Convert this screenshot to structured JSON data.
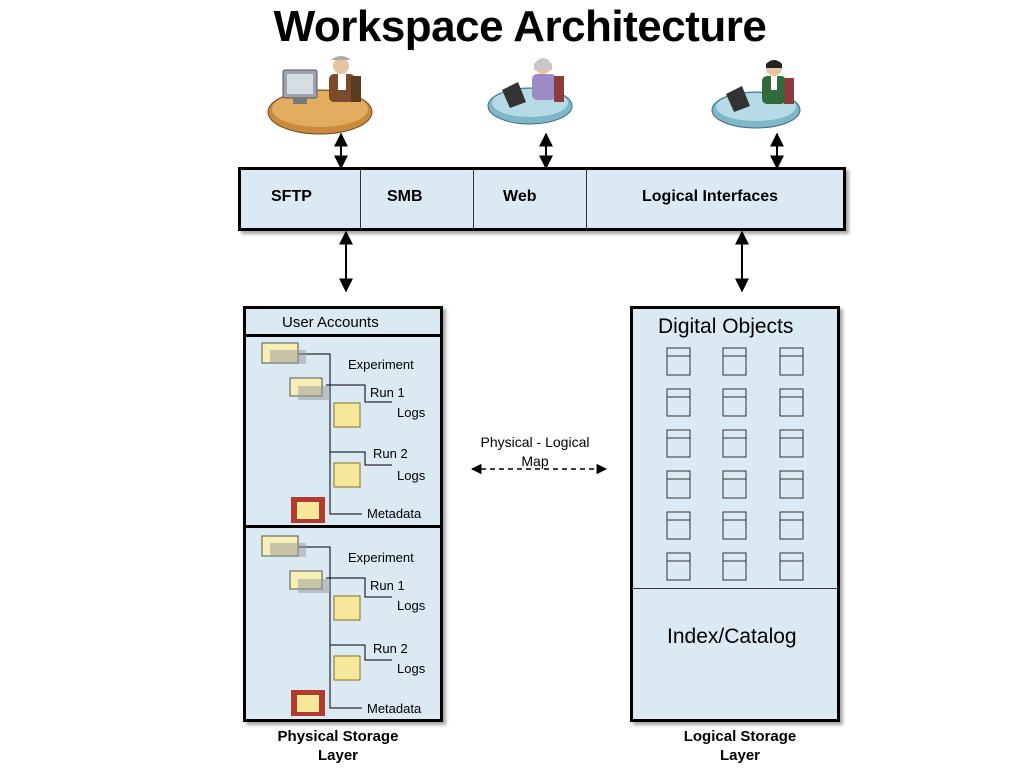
{
  "title": "Workspace Architecture",
  "interfaces": {
    "sftp": "SFTP",
    "smb": "SMB",
    "web": "Web",
    "logical": "Logical Interfaces"
  },
  "physical": {
    "header": "User Accounts",
    "groups": [
      {
        "experiment": "Experiment",
        "run1": "Run 1",
        "logs1": "Logs",
        "run2": "Run 2",
        "logs2": "Logs",
        "metadata": "Metadata"
      },
      {
        "experiment": "Experiment",
        "run1": "Run 1",
        "logs1": "Logs",
        "run2": "Run 2",
        "logs2": "Logs",
        "metadata": "Metadata"
      }
    ],
    "caption_line1": "Physical Storage",
    "caption_line2": "Layer"
  },
  "map": {
    "line1": "Physical - Logical",
    "line2": "Map"
  },
  "logical": {
    "header": "Digital Objects",
    "index": "Index/Catalog",
    "caption_line1": "Logical Storage",
    "caption_line2": "Layer"
  },
  "colors": {
    "panel_fill": "#dbe9f2",
    "folder": "#f7efb6",
    "doc": "#f6e89a",
    "meta_doc": "#b23a2e"
  }
}
